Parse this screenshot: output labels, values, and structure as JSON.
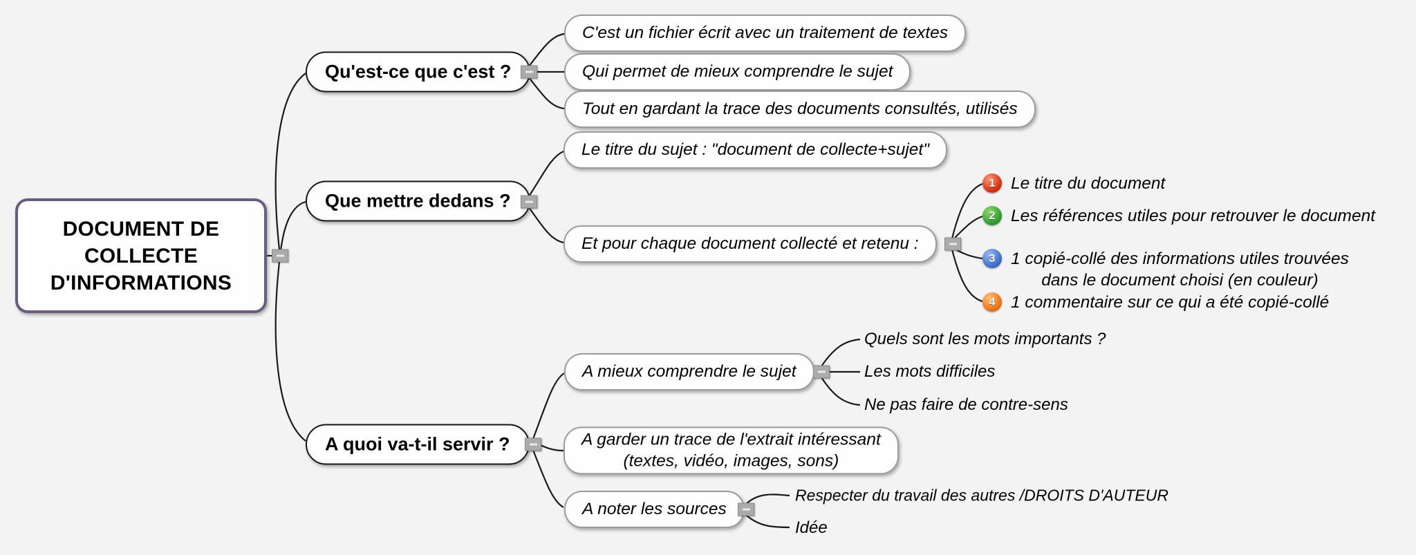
{
  "title": "DOCUMENT DE COLLECTE D'INFORMATIONS",
  "colors": {
    "background": "#f4f3f4",
    "root_border": "#6a5b80",
    "connector_line": "#1a1a1a",
    "handle_gray": "#ababab",
    "badge_red": "#d2330f",
    "badge_green": "#2f9e2f",
    "badge_blue": "#3f6fca",
    "badge_orange": "#ee7312"
  },
  "root": {
    "label": "DOCUMENT DE\nCOLLECTE\nD'INFORMATIONS"
  },
  "branches": [
    {
      "label": "Qu'est-ce que c'est ?",
      "children": [
        {
          "label": "C'est un fichier écrit avec un traitement de textes"
        },
        {
          "label": "Qui permet de mieux comprendre le sujet"
        },
        {
          "label": "Tout en gardant la trace des documents consultés, utilisés"
        }
      ]
    },
    {
      "label": "Que mettre dedans ?",
      "children": [
        {
          "label": "Le titre du sujet : \"document de collecte+sujet\""
        },
        {
          "label": "Et pour chaque document collecté et retenu :",
          "children": [
            {
              "badge": "1",
              "text": "Le titre du document"
            },
            {
              "badge": "2",
              "text": "Les références utiles pour retrouver le document"
            },
            {
              "badge": "3",
              "text": "1 copié-collé des informations utiles trouvées\ndans le document choisi (en couleur)"
            },
            {
              "badge": "4",
              "text": "1 commentaire sur ce qui a été copié-collé"
            }
          ]
        }
      ]
    },
    {
      "label": "A quoi va-t-il servir ?",
      "children": [
        {
          "label": "A mieux comprendre le sujet",
          "children": [
            {
              "label": "Quels sont les mots importants ?"
            },
            {
              "label": "Les mots difficiles"
            },
            {
              "label": "Ne pas faire de contre-sens"
            }
          ]
        },
        {
          "label": "A garder un trace de l'extrait intéressant\n(textes, vidéo, images, sons)"
        },
        {
          "label": "A noter les sources",
          "children": [
            {
              "label": "Respecter du travail des autres /DROITS D'AUTEUR"
            },
            {
              "label": "Idée"
            }
          ]
        }
      ]
    }
  ]
}
